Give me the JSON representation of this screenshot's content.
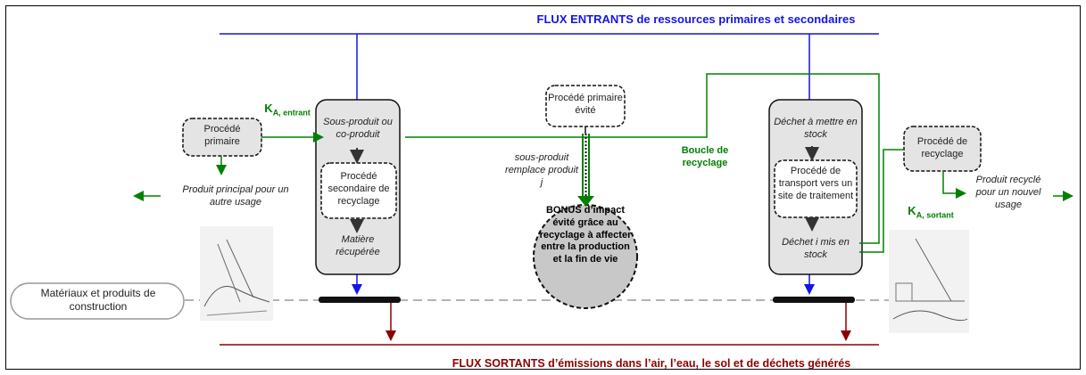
{
  "title_in": "FLUX ENTRANTS de ressources primaires et secondaires",
  "title_out": "FLUX SORTANTS d’émissions dans l’air, l’eau, le sol et de déchets générés",
  "materials": "Matériaux et produits de construction",
  "left": {
    "primary_process": "Procédé primaire",
    "ka_main": "K",
    "ka_sub": "A, entrant",
    "main_product": "Produit principal pour un autre usage",
    "byproduct": "Sous-produit ou co-produit",
    "secondary_process": "Procédé secondaire de recyclage",
    "recovered": "Matière récupérée"
  },
  "middle": {
    "avoided_process": "Procédé primaire évité",
    "replaces": "sous-produit remplace produit j",
    "bonus": "BONUS d’impact évité grâce au recyclage à affecter entre la production et la fin de vie",
    "loop": "Boucle de recyclage"
  },
  "right": {
    "waste_stock": "Déchet à mettre en stock",
    "transport": "Procédé de transport vers un site de traitement",
    "waste_stored": "Déchet i mis en stock",
    "recycling_process": "Procédé de recyclage",
    "ka_main": "K",
    "ka_sub": "A, sortant",
    "recycled_product": "Produit recyclé pour un nouvel usage"
  },
  "colors": {
    "blue": "#1414e6",
    "green": "#008000",
    "red": "#8b0000"
  }
}
